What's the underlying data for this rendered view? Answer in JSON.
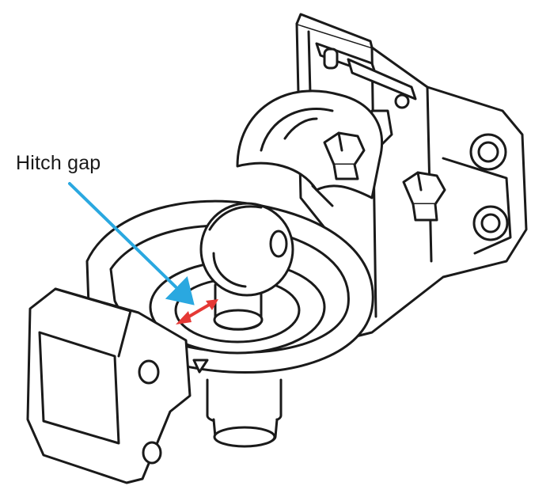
{
  "callout": {
    "label": "Hitch gap"
  },
  "colors": {
    "line_art": "#1a1a1a",
    "background": "#ffffff",
    "pointer_arrow": "#2aa8e0",
    "gap_indicator": "#e53935"
  },
  "icons": {
    "pointer": "pointer-arrow",
    "gap": "double-headed-arrow"
  }
}
